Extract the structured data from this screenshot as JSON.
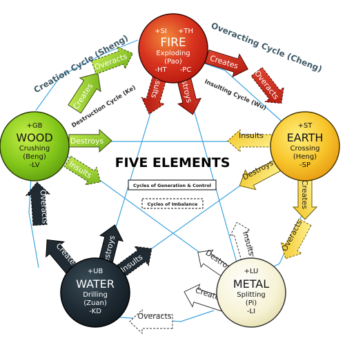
{
  "title": "FIVE ELEMENTS",
  "legend": {
    "solid": "Cycles of Generation & Control",
    "dashed": "Cycles of Imbalance"
  },
  "cycles": {
    "creation": "Creation Cycle (Sheng)",
    "overacting": "Overacting Cycle (Cheng)",
    "destruction": "Destruction Cycle (Ke)",
    "insulting": "Insulting Cycle (Wu)"
  },
  "arrows": {
    "creates": "Creates",
    "overacts": "Overacts",
    "destroys": "Destroys",
    "insults": "Insults"
  },
  "elements": {
    "fire": {
      "name": "FIRE",
      "action": "Exploding",
      "chinese": "(Pao)",
      "top_left": "+SI",
      "top_right": "+TH",
      "bottom_left": "-HT",
      "bottom_right": "-PC",
      "color": "#d42a1c"
    },
    "earth": {
      "name": "EARTH",
      "action": "Crossing",
      "chinese": "(Heng)",
      "top": "+ST",
      "bottom": "-SP",
      "color": "#f3b820"
    },
    "metal": {
      "name": "METAL",
      "action": "Splitting",
      "chinese": "(Pi)",
      "top": "+LU",
      "bottom": "-LI",
      "color": "#f7f3d6"
    },
    "water": {
      "name": "WATER",
      "action": "Drilling",
      "chinese": "(Zuan)",
      "top": "+UB",
      "bottom": "-KD",
      "color": "#1e2a33"
    },
    "wood": {
      "name": "WOOD",
      "action": "Crushing",
      "chinese": "(Beng)",
      "top": "+GB",
      "bottom": "-LV",
      "color": "#7fc41a"
    }
  }
}
